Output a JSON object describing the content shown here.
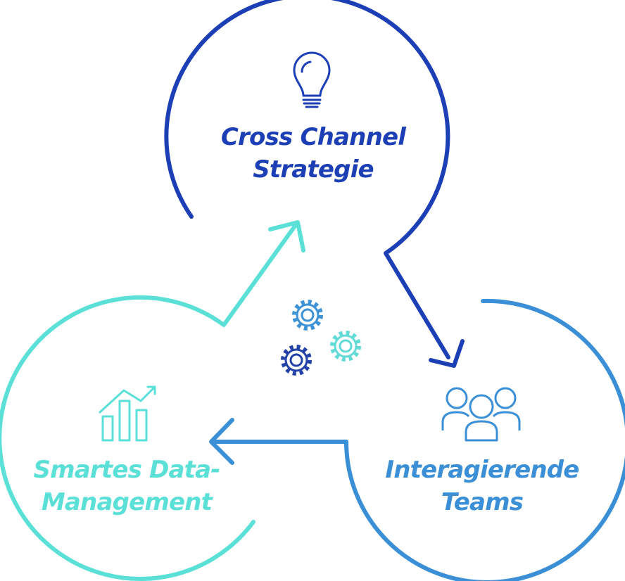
{
  "colors": {
    "strategy": "#1c3fb5",
    "teams": "#3a8fd6",
    "data": "#5be0d8",
    "gear_dark": "#2442a8",
    "gear_mid": "#3d93d6",
    "gear_light": "#62dad6"
  },
  "nodes": {
    "strategy": {
      "icon": "lightbulb-icon",
      "lines": [
        "Cross Channel",
        "Strategie"
      ]
    },
    "teams": {
      "icon": "team-icon",
      "lines": [
        "Interagierende",
        "Teams"
      ]
    },
    "data": {
      "icon": "bar-chart-trend-icon",
      "lines": [
        "Smartes Data-",
        "Management"
      ]
    }
  },
  "center_icon": "gears-icon"
}
